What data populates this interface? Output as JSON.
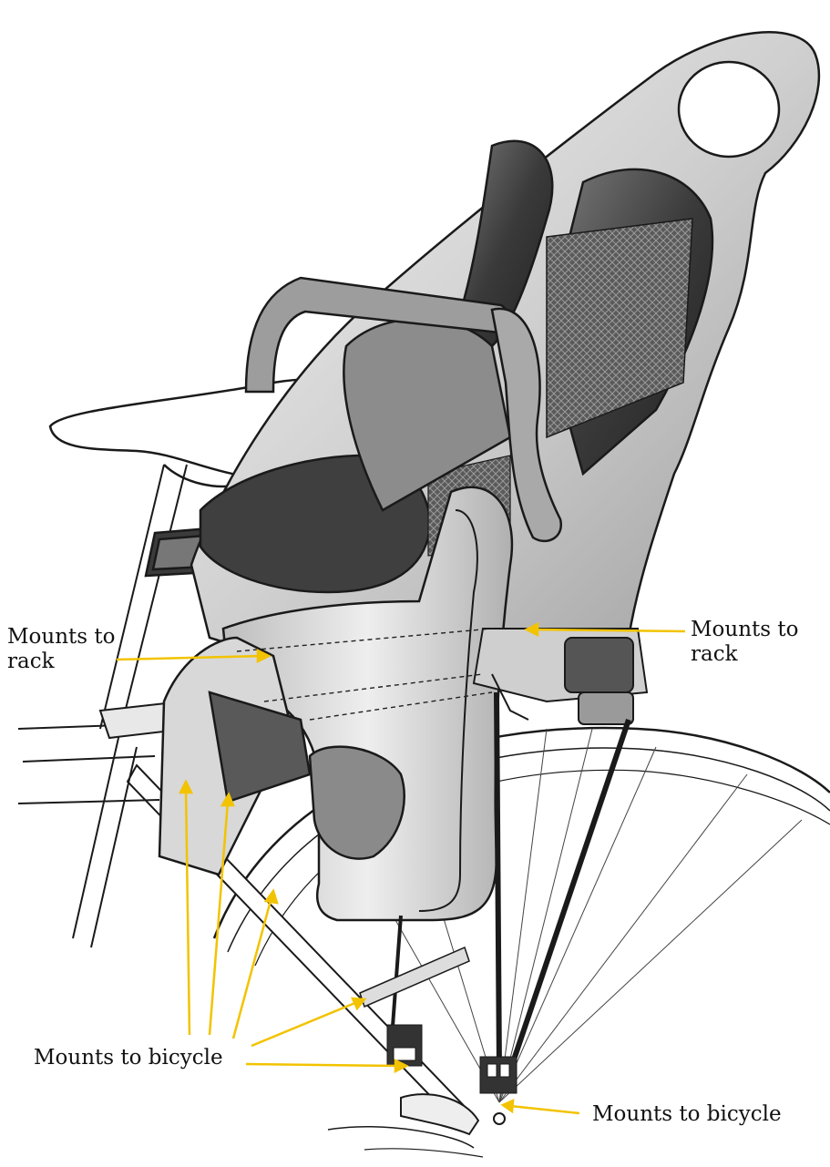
{
  "callouts": {
    "rack_left": "Mounts to\nrack",
    "rack_right": "Mounts to\nrack",
    "bicycle_left": "Mounts to bicycle",
    "bicycle_right": "Mounts to bicycle"
  },
  "colors": {
    "leader_line": "#f2c300",
    "seat_shell": "#e4e4e4",
    "seat_dark": "#3b3b3b",
    "frame_line": "#1a1a1a"
  }
}
